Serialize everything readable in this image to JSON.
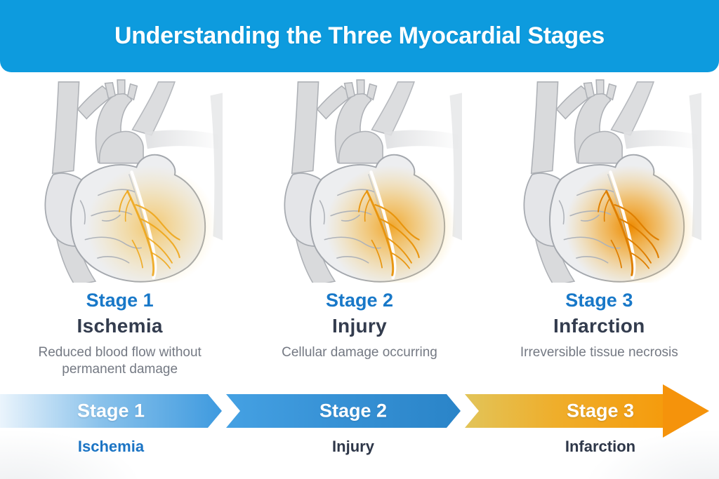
{
  "header": {
    "title": "Understanding the Three Myocardial Stages",
    "bg": "#0D9BDE",
    "text_color": "#FFFFFF"
  },
  "colors": {
    "stage_heading": "#1878C8",
    "stage_name": "#333C4E",
    "stage_desc": "#747983"
  },
  "stages": [
    {
      "stage_label": "Stage 1",
      "name": "Ischemia",
      "description": "Reduced blood flow without permanent damage",
      "glow": {
        "core": "#F6AE1E",
        "mid": "#F8C145",
        "edge": "#FBDA7E",
        "core_opacity": 0.62,
        "vessel": "#EFA312",
        "vessel_opacity": 0.85
      }
    },
    {
      "stage_label": "Stage 2",
      "name": "Injury",
      "description": "Cellular damage occurring",
      "glow": {
        "core": "#F19A0B",
        "mid": "#F5B02C",
        "edge": "#F9CE63",
        "core_opacity": 0.85,
        "vessel": "#E89208",
        "vessel_opacity": 0.95
      }
    },
    {
      "stage_label": "Stage 3",
      "name": "Infarction",
      "description": "Irreversible tissue necrosis",
      "glow": {
        "core": "#EE8A00",
        "mid": "#F29F14",
        "edge": "#F7C24F",
        "core_opacity": 1.0,
        "vessel": "#DF7F00",
        "vessel_opacity": 1.0
      }
    }
  ],
  "timeline": {
    "segments": [
      {
        "label": "Stage 1",
        "sub_label": "Ischemia",
        "color_start": "#EAF4FC",
        "color_mid": "#8AC2EB",
        "color_end": "#3E9ADF",
        "sub_color": "#1B74C4"
      },
      {
        "label": "Stage 2",
        "sub_label": "Injury",
        "color_start": "#45A1E3",
        "color_mid": "#3792D6",
        "color_end": "#2A84C8",
        "sub_color": "#2E3749"
      },
      {
        "label": "Stage 3",
        "sub_label": "Infarction",
        "color_start": "#E2C459",
        "color_mid": "#EFAE2B",
        "color_end": "#F59B0C",
        "sub_color": "#2E3749"
      }
    ],
    "arrow_color": "#F5930B"
  }
}
